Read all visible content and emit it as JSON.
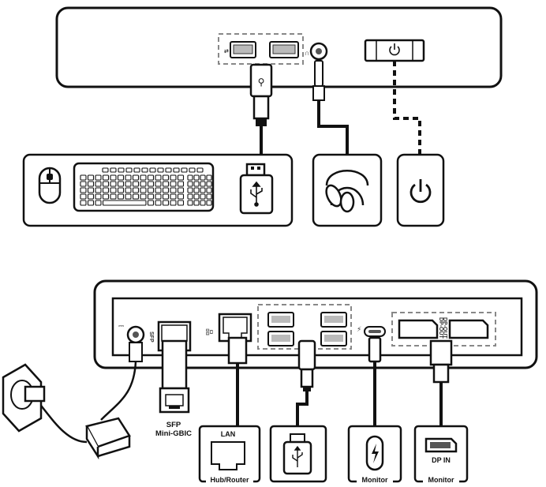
{
  "labels": {
    "sfp": "SFP",
    "sfp_module": "Mini-GBIC",
    "lan": "LAN",
    "hub_router": "Hub/Router",
    "monitor_typec": "Monitor",
    "dp_in": "DP IN",
    "monitor_dp": "Monitor",
    "port_sfp": "SFP",
    "port_dp_out_1": "DP-OUT 1",
    "port_dp_out_2": "DP-OUT 2"
  },
  "icons": {
    "usb": "usb-icon",
    "headphones": "headphones-icon",
    "power": "power-icon",
    "mouse": "mouse-icon",
    "keyboard": "keyboard-icon",
    "ethernet": "ethernet-icon",
    "thunderbolt": "thunderbolt-icon",
    "dc_in": "dc-in-icon"
  },
  "colors": {
    "line": "#111111",
    "dashed_box": "#888888",
    "port_fill": "#bbbbbb",
    "background": "#ffffff"
  }
}
